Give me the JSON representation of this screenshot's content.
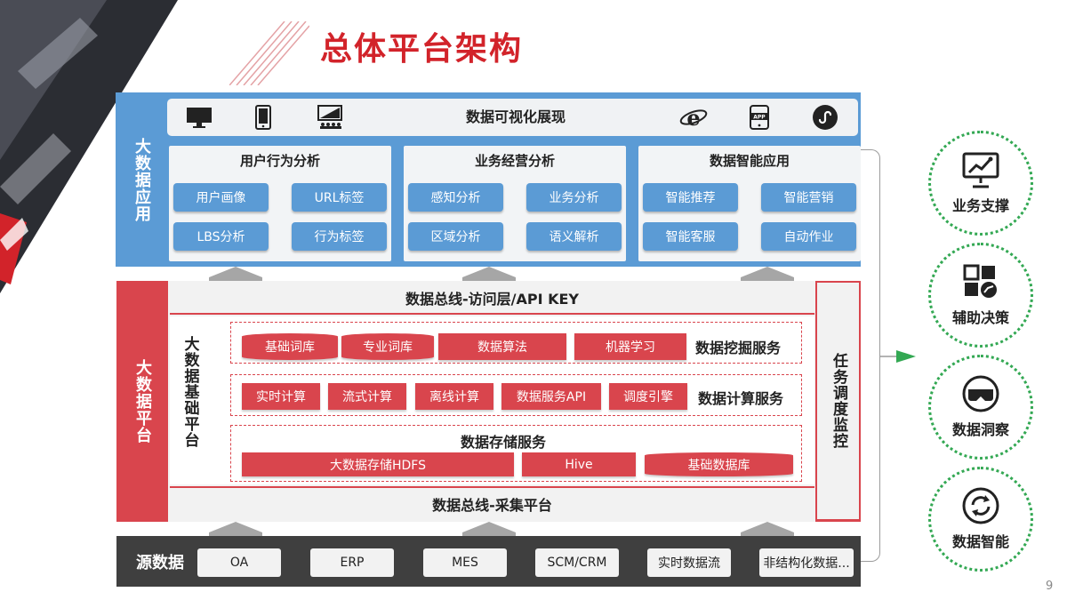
{
  "title": "总体平台架构",
  "page_number": "9",
  "app_layer": {
    "side_label": "大数据应用",
    "visualization": "数据可视化展现",
    "vis_icons_left": [
      "monitor-icon",
      "smartphone-icon",
      "meeting-screen-icon"
    ],
    "vis_icons_right": [
      "ie-browser-icon",
      "app-icon",
      "mini-program-icon"
    ],
    "panels": [
      {
        "title": "用户行为分析",
        "items": [
          "用户画像",
          "URL标签",
          "LBS分析",
          "行为标签"
        ]
      },
      {
        "title": "业务经营分析",
        "items": [
          "感知分析",
          "业务分析",
          "区域分析",
          "语义解析"
        ]
      },
      {
        "title": "数据智能应用",
        "items": [
          "智能推荐",
          "智能营销",
          "智能客服",
          "自动作业"
        ]
      }
    ]
  },
  "platform_layer": {
    "side_label": "大数据平台",
    "bus_top": "数据总线-访问层/API KEY",
    "base_label": "大数据基础平台",
    "mining": {
      "label": "数据挖掘服务",
      "items": [
        "基础词库",
        "专业词库",
        "数据算法",
        "机器学习"
      ]
    },
    "compute": {
      "label": "数据计算服务",
      "items": [
        "实时计算",
        "流式计算",
        "离线计算",
        "数据服务API",
        "调度引擎"
      ]
    },
    "storage": {
      "label": "数据存储服务",
      "items": [
        "大数据存储HDFS",
        "Hive",
        "基础数据库"
      ]
    },
    "bus_bottom": "数据总线-采集平台",
    "monitor_label": "任务调度监控"
  },
  "source_layer": {
    "label": "源数据",
    "items": [
      "OA",
      "ERP",
      "MES",
      "SCM/CRM",
      "实时数据流",
      "非结构化数据..."
    ]
  },
  "outcomes": [
    {
      "label": "业务支撑",
      "icon": "presentation-chart-icon"
    },
    {
      "label": "辅助决策",
      "icon": "dashboard-grid-icon"
    },
    {
      "label": "数据洞察",
      "icon": "vr-glasses-icon"
    },
    {
      "label": "数据智能",
      "icon": "sync-cycle-icon"
    }
  ],
  "colors": {
    "title_red": "#d2232a",
    "app_blue": "#5b9bd5",
    "platform_red": "#d9454d",
    "source_dark": "#3f3f3f",
    "outcome_green": "#33a853"
  }
}
